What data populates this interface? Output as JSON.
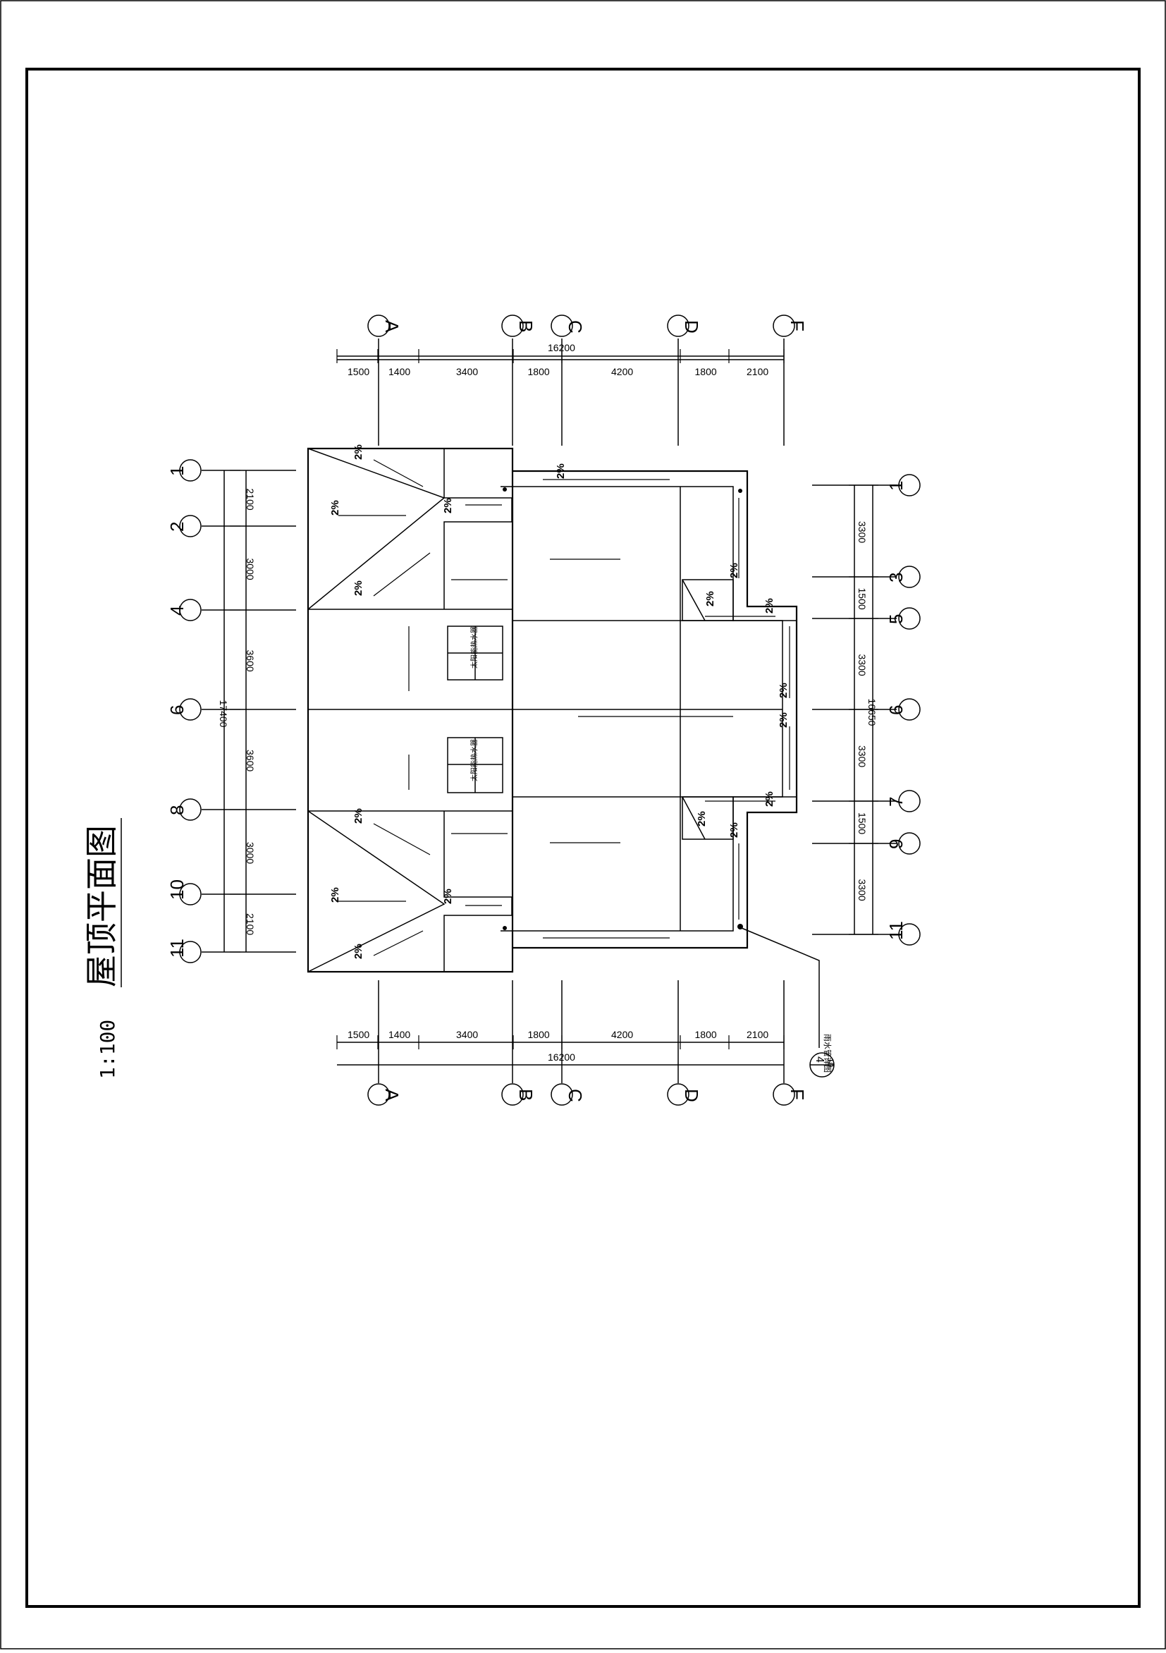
{
  "drawing": {
    "title": "屋顶平面图",
    "scale": "1:100"
  },
  "left_grid": {
    "labels": [
      "1",
      "2",
      "4",
      "6",
      "8",
      "10",
      "11"
    ],
    "dims": [
      "2100",
      "3000",
      "3600",
      "3600",
      "3000",
      "2100"
    ],
    "total": "17400"
  },
  "right_grid": {
    "labels": [
      "1",
      "3",
      "5",
      "6",
      "7",
      "9",
      "11"
    ],
    "dims": [
      "3300",
      "1500",
      "3300",
      "3300",
      "1500",
      "3300"
    ],
    "total": "16650"
  },
  "top_grid": {
    "labels": [
      "A",
      "B",
      "C",
      "D",
      "F"
    ],
    "dims": [
      "1500",
      "1400",
      "3400",
      "1800",
      "4200",
      "1800",
      "2100"
    ],
    "total": "16200"
  },
  "bottom_grid": {
    "labels": [
      "A",
      "B",
      "C",
      "D",
      "F"
    ],
    "dims": [
      "1500",
      "1400",
      "3400",
      "1800",
      "4200",
      "1800",
      "2100"
    ],
    "total": "16200"
  },
  "slope_label": "2%",
  "skylight_labels": [
    "太阳能热水器",
    "太阳能热水器"
  ],
  "detail_note": "雨水管详图",
  "detail_ref": {
    "number": "4",
    "sheet": "10"
  }
}
